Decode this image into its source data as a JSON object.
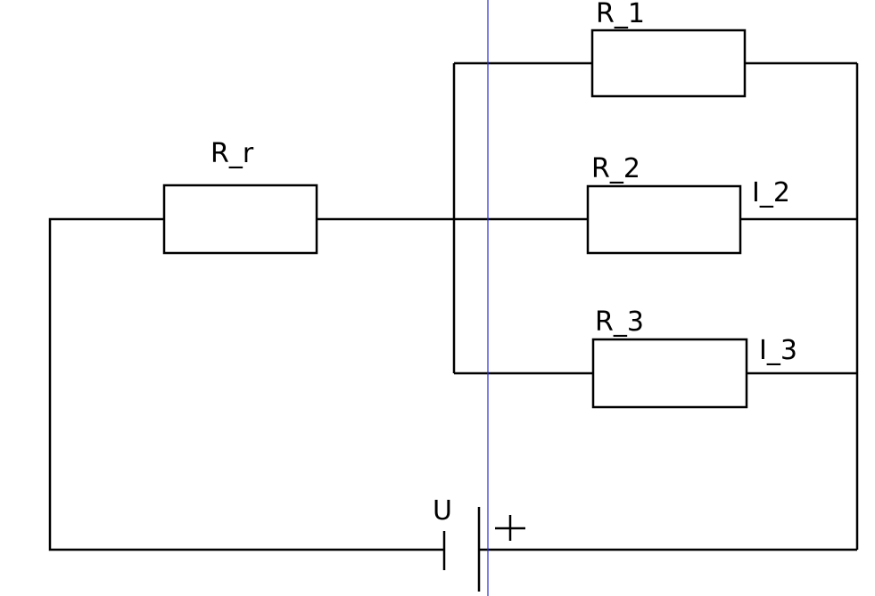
{
  "diagram": {
    "labels": {
      "r_r": "R_r",
      "r_1": "R_1",
      "r_2": "R_2",
      "r_3": "R_3",
      "i_2": "I_2",
      "i_3": "I_3",
      "u": "U",
      "plus": "+"
    },
    "colors": {
      "wire": "#000000",
      "guide_line": "#2b2bd6",
      "background": "#ffffff"
    }
  }
}
